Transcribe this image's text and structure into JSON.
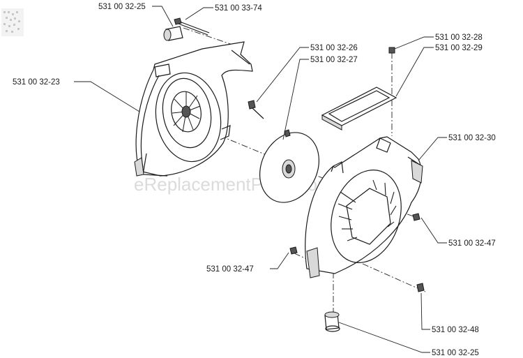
{
  "watermark": "eReplacementParts.com",
  "callouts": {
    "c1": "531 00 32-25",
    "c2": "531 00 33-74",
    "c3": "531 00 32-23",
    "c4": "531 00 32-26",
    "c5": "531 00 32-27",
    "c6": "531 00 32-28",
    "c7": "531 00 32-29",
    "c8": "531 00 32-30",
    "c9": "531 00 32-47",
    "c10": "531 00 32-47",
    "c11": "531 00 32-48",
    "c12": "531 00 32-25"
  }
}
